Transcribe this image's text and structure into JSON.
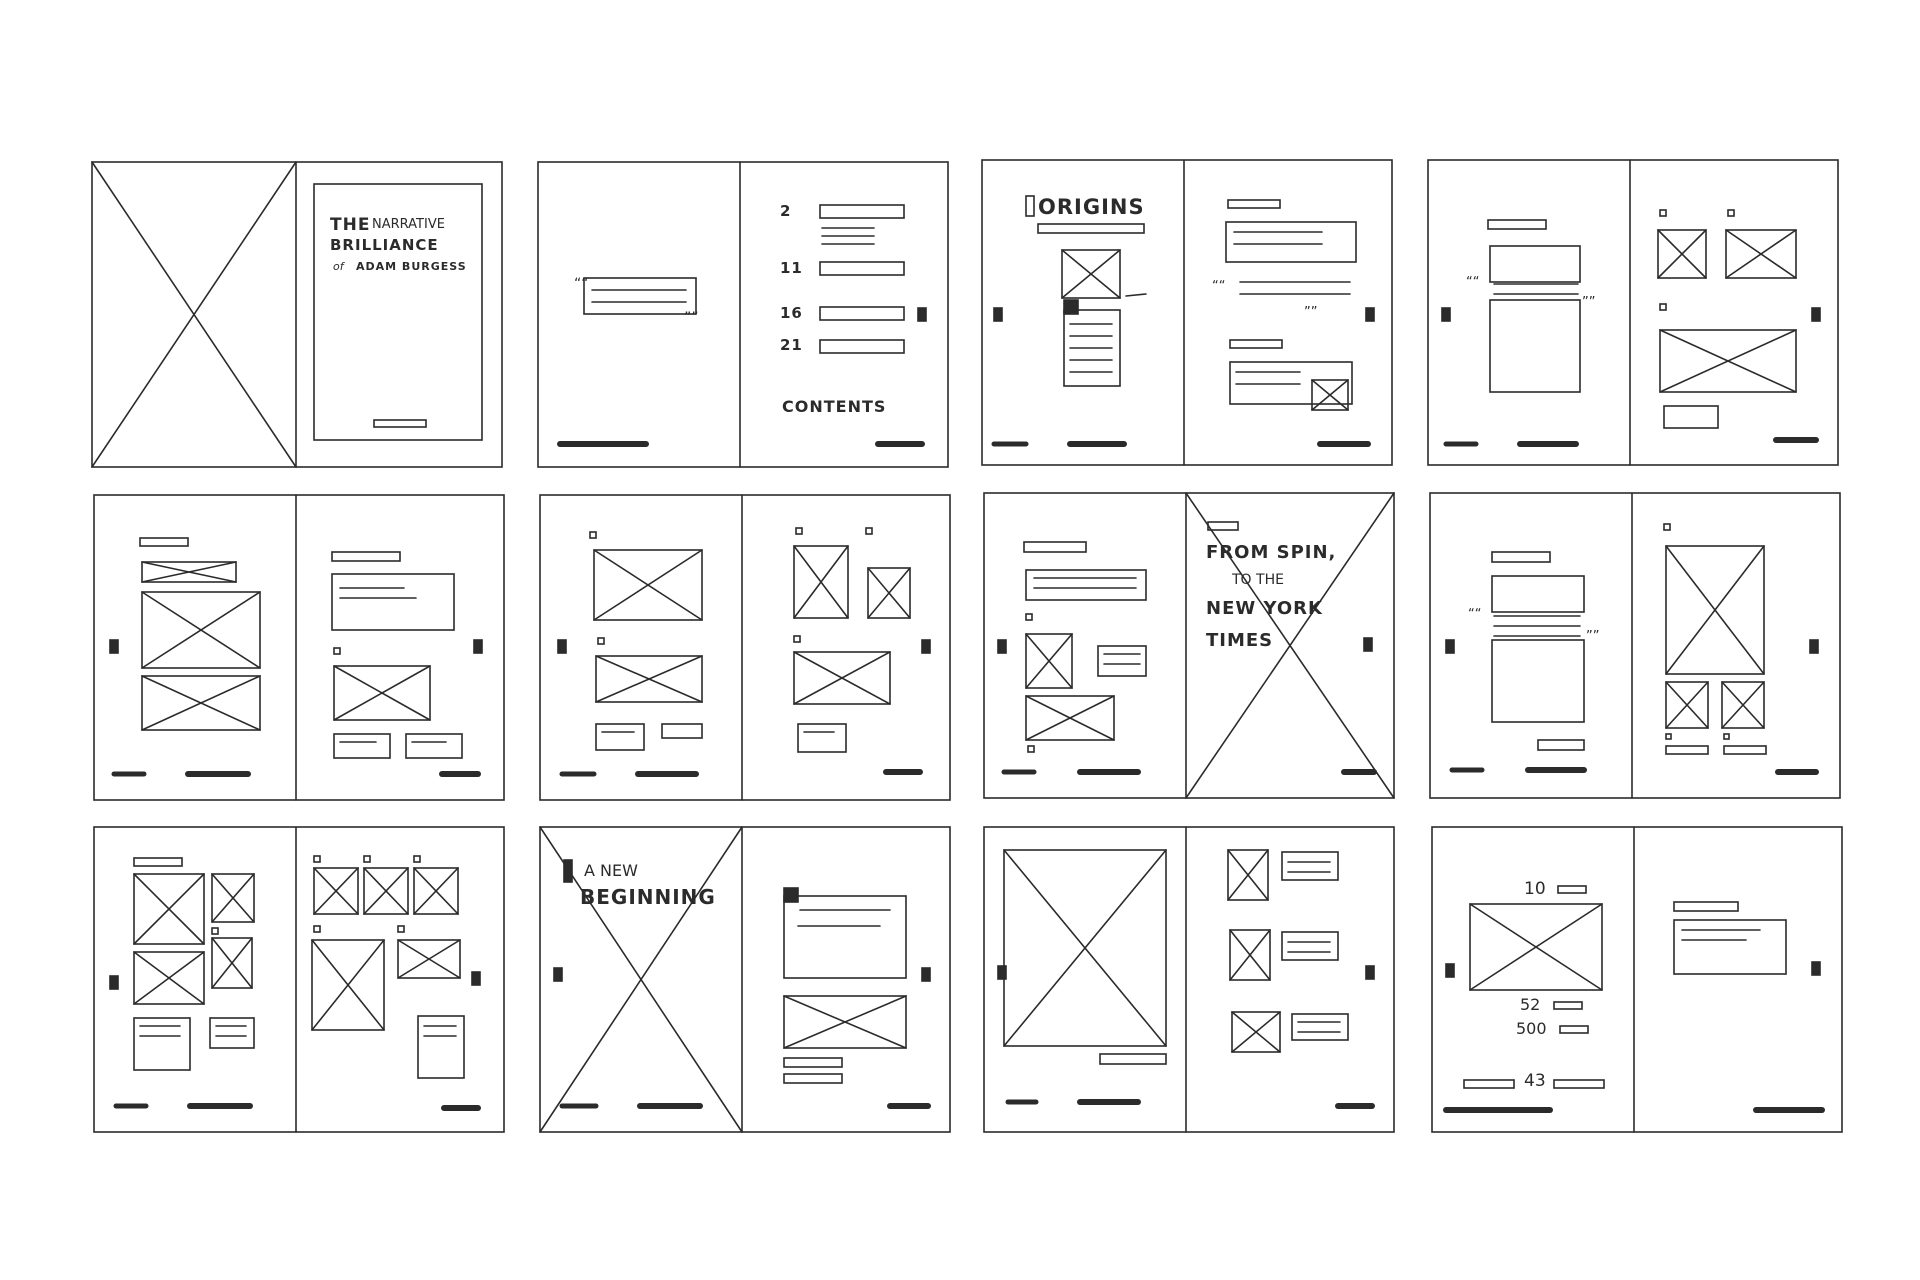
{
  "cover": {
    "title_the": "THE",
    "title_narrative": "NARRATIVE",
    "title_brilliance": "BRILLIANCE",
    "title_of": "of",
    "title_author": "ADAM BURGESS"
  },
  "contents": {
    "heading": "CONTENTS",
    "pages": [
      "2",
      "11",
      "16",
      "21"
    ]
  },
  "chapters": {
    "origins": "ORIGINS",
    "spin_line1": "FROM SPIN,",
    "spin_line2": "TO THE",
    "spin_line3": "NEW YORK",
    "spin_line4": "TIMES",
    "new_line1": "A NEW",
    "new_line2": "BEGINNING"
  },
  "quotes": {
    "open": "““",
    "close": "””"
  },
  "stats": {
    "s1": "10",
    "s2": "52",
    "s3": "500",
    "s4": "43"
  },
  "colors": {
    "ink": "#2b2b2b",
    "bg": "#ffffff"
  }
}
